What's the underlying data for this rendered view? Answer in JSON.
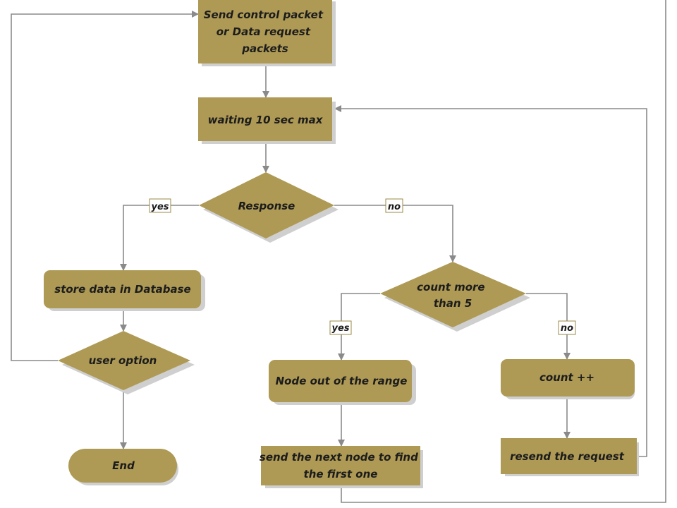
{
  "colors": {
    "shape_fill": "#ae9a55",
    "shape_shadow": "#cfcfcf",
    "line": "#8a8a8a",
    "text": "#1c1c1c",
    "label_border": "#9a8a46"
  },
  "nodes": {
    "send_packet": {
      "lines": [
        "Send control packet",
        "or Data request",
        "packets"
      ]
    },
    "waiting": {
      "lines": [
        "waiting 10 sec max"
      ]
    },
    "response": {
      "lines": [
        "Response"
      ]
    },
    "store_data": {
      "lines": [
        "store data in Database"
      ]
    },
    "count_check": {
      "lines": [
        "count more",
        "than 5"
      ]
    },
    "user_option": {
      "lines": [
        "user option"
      ]
    },
    "node_out": {
      "lines": [
        "Node out of the range"
      ]
    },
    "count_inc": {
      "lines": [
        "count ++"
      ]
    },
    "end": {
      "lines": [
        "End"
      ]
    },
    "send_next": {
      "lines": [
        "send the next node to find",
        "the first one"
      ]
    },
    "resend": {
      "lines": [
        "resend the request"
      ]
    }
  },
  "edge_labels": {
    "response_yes": "yes",
    "response_no": "no",
    "count_yes": "yes",
    "count_no": "no"
  }
}
